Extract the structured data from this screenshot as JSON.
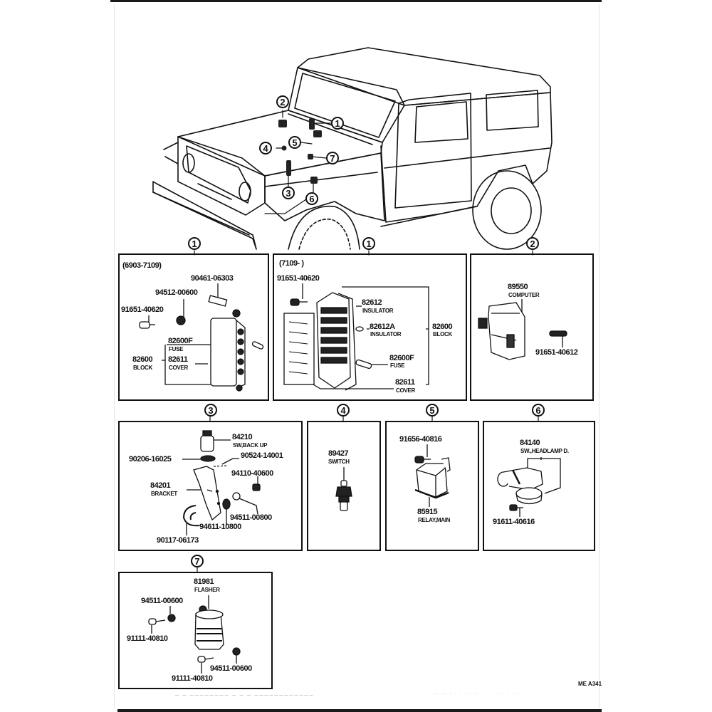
{
  "page": {
    "figure_code": "ME A341",
    "footer_left_text": "— — ———————— — — — ————————————",
    "footer_right_text": "· ·· ·· · · · · · ·· · · · · · · · · ·"
  },
  "overview": {
    "callouts": [
      "1",
      "2",
      "3",
      "4",
      "5",
      "6",
      "7"
    ]
  },
  "panels": [
    {
      "id": "1a",
      "callout": "1",
      "date_range": "(6903-7109)",
      "parts": [
        {
          "number": "90461-06303",
          "name": ""
        },
        {
          "number": "94512-00600",
          "name": ""
        },
        {
          "number": "91651-40620",
          "name": ""
        },
        {
          "number": "82600F",
          "name": "FUSE"
        },
        {
          "number": "82611",
          "name": "COVER"
        },
        {
          "number": "82600",
          "name": "BLOCK"
        }
      ]
    },
    {
      "id": "1b",
      "callout": "1",
      "date_range": "(7109-        )",
      "parts": [
        {
          "number": "91651-40620",
          "name": ""
        },
        {
          "number": "82612",
          "name": "INSULATOR"
        },
        {
          "number": "82612A",
          "name": "INSULATOR"
        },
        {
          "number": "82600",
          "name": "BLOCK"
        },
        {
          "number": "82600F",
          "name": "FUSE"
        },
        {
          "number": "82611",
          "name": "COVER"
        }
      ]
    },
    {
      "id": "2",
      "callout": "2",
      "parts": [
        {
          "number": "89550",
          "name": "COMPUTER"
        },
        {
          "number": "91651-40612",
          "name": ""
        }
      ]
    },
    {
      "id": "3",
      "callout": "3",
      "parts": [
        {
          "number": "84210",
          "name": "SW,BACK UP"
        },
        {
          "number": "90206-16025",
          "name": ""
        },
        {
          "number": "90524-14001",
          "name": ""
        },
        {
          "number": "94110-40600",
          "name": ""
        },
        {
          "number": "84201",
          "name": "BRACKET"
        },
        {
          "number": "94511-00800",
          "name": ""
        },
        {
          "number": "94611-10800",
          "name": ""
        },
        {
          "number": "90117-06173",
          "name": ""
        }
      ]
    },
    {
      "id": "4",
      "callout": "4",
      "parts": [
        {
          "number": "89427",
          "name": "SWITCH"
        }
      ]
    },
    {
      "id": "5",
      "callout": "5",
      "parts": [
        {
          "number": "91656-40816",
          "name": ""
        },
        {
          "number": "85915",
          "name": "RELAY,MAIN"
        }
      ]
    },
    {
      "id": "6",
      "callout": "6",
      "parts": [
        {
          "number": "84140",
          "name": "SW.,HEADLAMP D."
        },
        {
          "number": "91611-40616",
          "name": ""
        }
      ]
    },
    {
      "id": "7",
      "callout": "7",
      "parts": [
        {
          "number": "81981",
          "name": "FLASHER"
        },
        {
          "number": "94511-00600",
          "name": ""
        },
        {
          "number": "91111-40810",
          "name": ""
        },
        {
          "number": "94511-00600",
          "name": ""
        },
        {
          "number": "91111-40810",
          "name": ""
        }
      ]
    }
  ]
}
